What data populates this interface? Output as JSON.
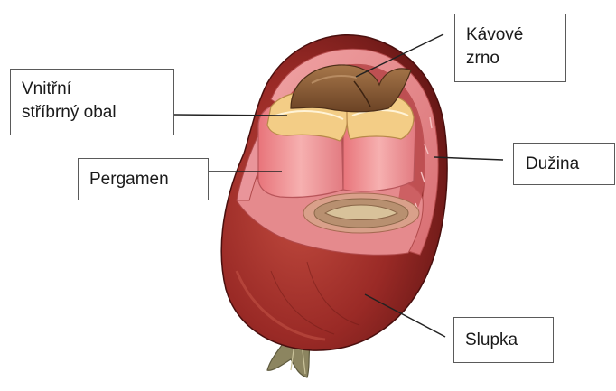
{
  "labels": {
    "kavove_zrno": {
      "line1": "Kávové",
      "line2": "zrno"
    },
    "vnitrni_obal": {
      "line1": "Vnitřní",
      "line2": "stříbrný obal"
    },
    "pergamen": "Pergamen",
    "duzina": "Dužina",
    "slupka": "Slupka"
  },
  "colors": {
    "skin": "#9a2a26",
    "skin_dark": "#5e1413",
    "pulp": "#e2868a",
    "parchment": "#f2dcc4",
    "silver_skin": "#f0c77a",
    "bean": "#8a5a33",
    "stem": "#7a7350",
    "leader_line": "#222222"
  }
}
